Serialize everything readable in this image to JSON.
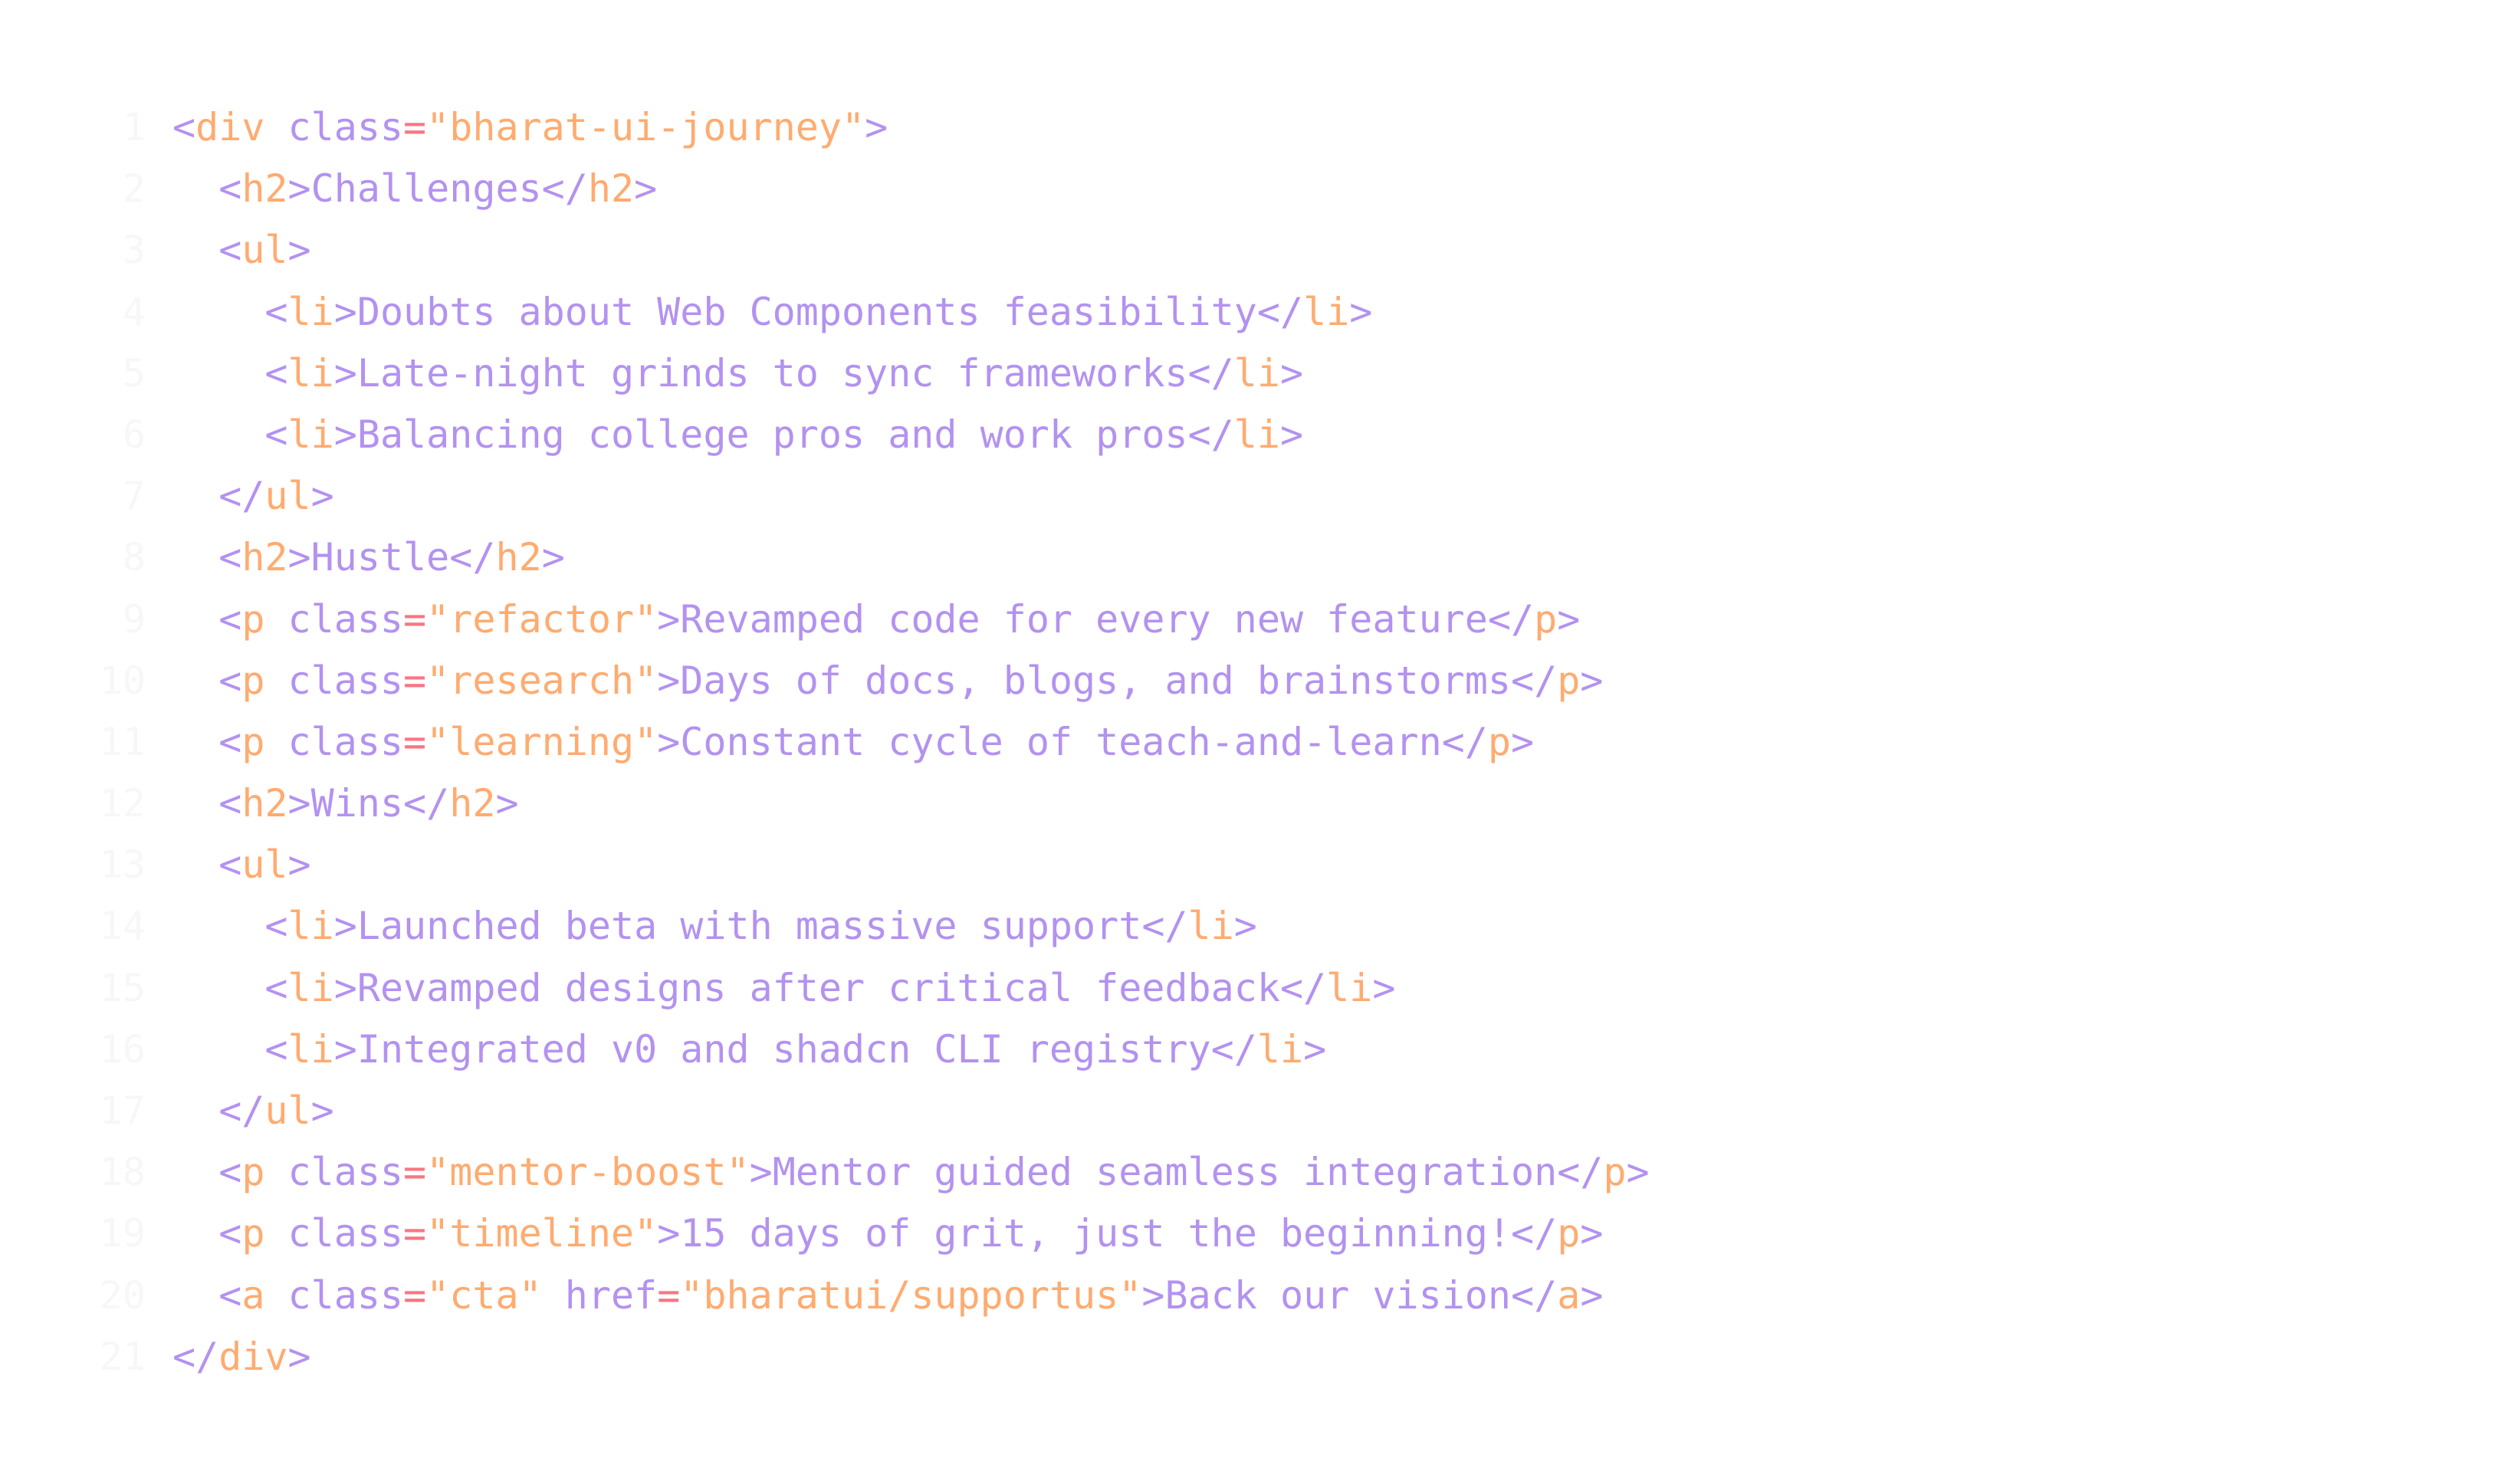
{
  "colors": {
    "p": "#b392f0",
    "o": "#ffab70",
    "r": "#f97583"
  },
  "lines": [
    {
      "n": "1",
      "indent": 0,
      "tokens": [
        [
          "<",
          "p"
        ],
        [
          "div",
          "o"
        ],
        [
          " class",
          "p"
        ],
        [
          "=",
          "r"
        ],
        [
          "\"bharat-ui-journey\"",
          "o"
        ],
        [
          ">",
          "p"
        ]
      ]
    },
    {
      "n": "2",
      "indent": 1,
      "tokens": [
        [
          "<",
          "p"
        ],
        [
          "h2",
          "o"
        ],
        [
          ">Challenges</",
          "p"
        ],
        [
          "h2",
          "o"
        ],
        [
          ">",
          "p"
        ]
      ]
    },
    {
      "n": "3",
      "indent": 1,
      "tokens": [
        [
          "<",
          "p"
        ],
        [
          "ul",
          "o"
        ],
        [
          ">",
          "p"
        ]
      ]
    },
    {
      "n": "4",
      "indent": 2,
      "tokens": [
        [
          "<",
          "p"
        ],
        [
          "li",
          "o"
        ],
        [
          ">Doubts about Web Components feasibility</",
          "p"
        ],
        [
          "li",
          "o"
        ],
        [
          ">",
          "p"
        ]
      ]
    },
    {
      "n": "5",
      "indent": 2,
      "tokens": [
        [
          "<",
          "p"
        ],
        [
          "li",
          "o"
        ],
        [
          ">Late-night grinds to sync frameworks</",
          "p"
        ],
        [
          "li",
          "o"
        ],
        [
          ">",
          "p"
        ]
      ]
    },
    {
      "n": "6",
      "indent": 2,
      "tokens": [
        [
          "<",
          "p"
        ],
        [
          "li",
          "o"
        ],
        [
          ">Balancing college pros and work pros</",
          "p"
        ],
        [
          "li",
          "o"
        ],
        [
          ">",
          "p"
        ]
      ]
    },
    {
      "n": "7",
      "indent": 1,
      "tokens": [
        [
          "</",
          "p"
        ],
        [
          "ul",
          "o"
        ],
        [
          ">",
          "p"
        ]
      ]
    },
    {
      "n": "8",
      "indent": 1,
      "tokens": [
        [
          "<",
          "p"
        ],
        [
          "h2",
          "o"
        ],
        [
          ">Hustle</",
          "p"
        ],
        [
          "h2",
          "o"
        ],
        [
          ">",
          "p"
        ]
      ]
    },
    {
      "n": "9",
      "indent": 1,
      "tokens": [
        [
          "<",
          "p"
        ],
        [
          "p",
          "o"
        ],
        [
          " class",
          "p"
        ],
        [
          "=",
          "r"
        ],
        [
          "\"refactor\"",
          "o"
        ],
        [
          ">Revamped code for every new feature</",
          "p"
        ],
        [
          "p",
          "o"
        ],
        [
          ">",
          "p"
        ]
      ]
    },
    {
      "n": "10",
      "indent": 1,
      "tokens": [
        [
          "<",
          "p"
        ],
        [
          "p",
          "o"
        ],
        [
          " class",
          "p"
        ],
        [
          "=",
          "r"
        ],
        [
          "\"research\"",
          "o"
        ],
        [
          ">Days of docs, blogs, and brainstorms</",
          "p"
        ],
        [
          "p",
          "o"
        ],
        [
          ">",
          "p"
        ]
      ]
    },
    {
      "n": "11",
      "indent": 1,
      "tokens": [
        [
          "<",
          "p"
        ],
        [
          "p",
          "o"
        ],
        [
          " class",
          "p"
        ],
        [
          "=",
          "r"
        ],
        [
          "\"learning\"",
          "o"
        ],
        [
          ">Constant cycle of teach-and-learn</",
          "p"
        ],
        [
          "p",
          "o"
        ],
        [
          ">",
          "p"
        ]
      ]
    },
    {
      "n": "12",
      "indent": 1,
      "tokens": [
        [
          "<",
          "p"
        ],
        [
          "h2",
          "o"
        ],
        [
          ">Wins</",
          "p"
        ],
        [
          "h2",
          "o"
        ],
        [
          ">",
          "p"
        ]
      ]
    },
    {
      "n": "13",
      "indent": 1,
      "tokens": [
        [
          "<",
          "p"
        ],
        [
          "ul",
          "o"
        ],
        [
          ">",
          "p"
        ]
      ]
    },
    {
      "n": "14",
      "indent": 2,
      "tokens": [
        [
          "<",
          "p"
        ],
        [
          "li",
          "o"
        ],
        [
          ">Launched beta with massive support</",
          "p"
        ],
        [
          "li",
          "o"
        ],
        [
          ">",
          "p"
        ]
      ]
    },
    {
      "n": "15",
      "indent": 2,
      "tokens": [
        [
          "<",
          "p"
        ],
        [
          "li",
          "o"
        ],
        [
          ">Revamped designs after critical feedback</",
          "p"
        ],
        [
          "li",
          "o"
        ],
        [
          ">",
          "p"
        ]
      ]
    },
    {
      "n": "16",
      "indent": 2,
      "tokens": [
        [
          "<",
          "p"
        ],
        [
          "li",
          "o"
        ],
        [
          ">Integrated v0 and shadcn CLI registry</",
          "p"
        ],
        [
          "li",
          "o"
        ],
        [
          ">",
          "p"
        ]
      ]
    },
    {
      "n": "17",
      "indent": 1,
      "tokens": [
        [
          "</",
          "p"
        ],
        [
          "ul",
          "o"
        ],
        [
          ">",
          "p"
        ]
      ]
    },
    {
      "n": "18",
      "indent": 1,
      "tokens": [
        [
          "<",
          "p"
        ],
        [
          "p",
          "o"
        ],
        [
          " class",
          "p"
        ],
        [
          "=",
          "r"
        ],
        [
          "\"mentor-boost\"",
          "o"
        ],
        [
          ">Mentor guided seamless integration</",
          "p"
        ],
        [
          "p",
          "o"
        ],
        [
          ">",
          "p"
        ]
      ]
    },
    {
      "n": "19",
      "indent": 1,
      "tokens": [
        [
          "<",
          "p"
        ],
        [
          "p",
          "o"
        ],
        [
          " class",
          "p"
        ],
        [
          "=",
          "r"
        ],
        [
          "\"timeline\"",
          "o"
        ],
        [
          ">15 days of grit, just the beginning!</",
          "p"
        ],
        [
          "p",
          "o"
        ],
        [
          ">",
          "p"
        ]
      ]
    },
    {
      "n": "20",
      "indent": 1,
      "tokens": [
        [
          "<",
          "p"
        ],
        [
          "a",
          "o"
        ],
        [
          " class",
          "p"
        ],
        [
          "=",
          "r"
        ],
        [
          "\"cta\"",
          "o"
        ],
        [
          " href",
          "p"
        ],
        [
          "=",
          "r"
        ],
        [
          "\"bharatui/supportus\"",
          "o"
        ],
        [
          ">Back our vision</",
          "p"
        ],
        [
          "a",
          "o"
        ],
        [
          ">",
          "p"
        ]
      ]
    },
    {
      "n": "21",
      "indent": 0,
      "tokens": [
        [
          "</",
          "p"
        ],
        [
          "div",
          "o"
        ],
        [
          ">",
          "p"
        ]
      ]
    }
  ]
}
